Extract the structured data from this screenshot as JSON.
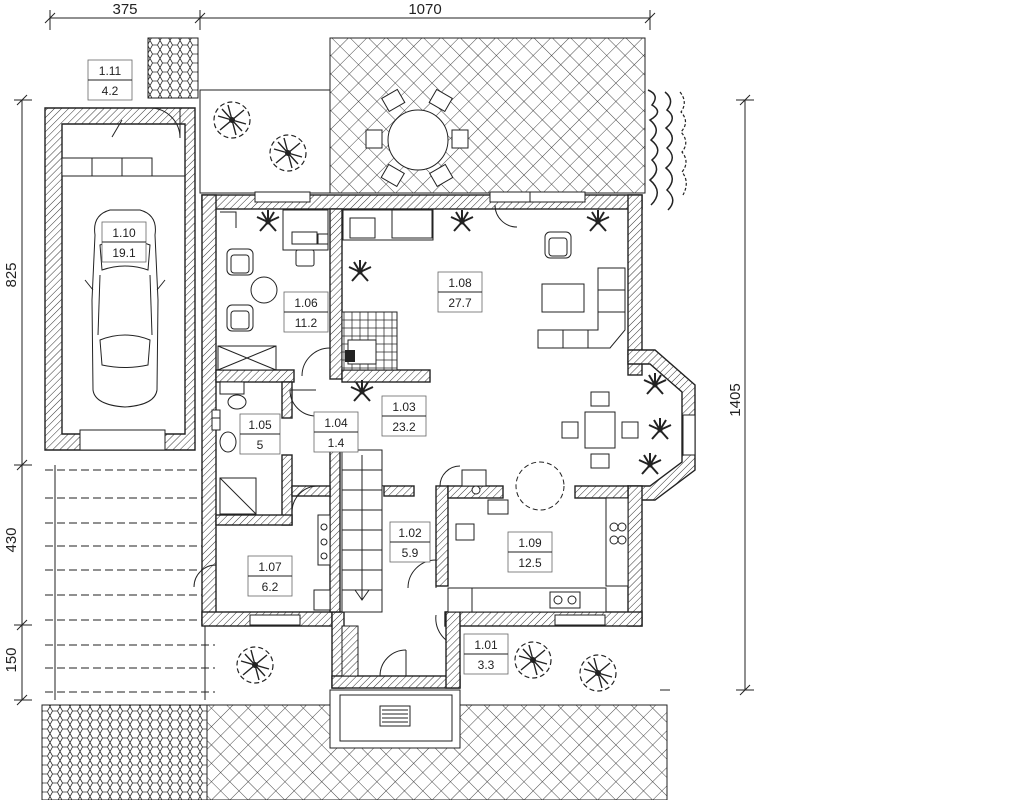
{
  "dimensions": {
    "top_left": "375",
    "top_right": "1070",
    "left_upper": "825",
    "left_middle": "430",
    "left_lower": "150",
    "right_total": "1405"
  },
  "rooms": [
    {
      "id": "1.11",
      "area": "4.2"
    },
    {
      "id": "1.10",
      "area": "19.1"
    },
    {
      "id": "1.06",
      "area": "11.2"
    },
    {
      "id": "1.08",
      "area": "27.7"
    },
    {
      "id": "1.05",
      "area": "5"
    },
    {
      "id": "1.04",
      "area": "1.4"
    },
    {
      "id": "1.03",
      "area": "23.2"
    },
    {
      "id": "1.02",
      "area": "5.9"
    },
    {
      "id": "1.09",
      "area": "12.5"
    },
    {
      "id": "1.07",
      "area": "6.2"
    },
    {
      "id": "1.01",
      "area": "3.3"
    }
  ]
}
